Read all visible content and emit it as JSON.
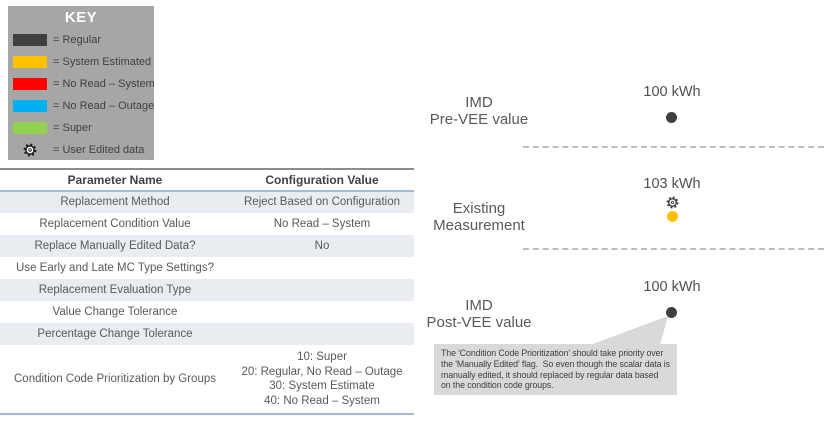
{
  "key": {
    "title": "KEY",
    "items": [
      {
        "label": "= Regular",
        "color": "#404040",
        "icon": "swatch"
      },
      {
        "label": "= System Estimated",
        "color": "#FFC000",
        "icon": "swatch"
      },
      {
        "label": "= No Read – System",
        "color": "#FF0000",
        "icon": "swatch"
      },
      {
        "label": "= No Read – Outage",
        "color": "#00B0F0",
        "icon": "swatch"
      },
      {
        "label": "= Super",
        "color": "#92D050",
        "icon": "swatch"
      },
      {
        "label": "= User Edited data",
        "color": "#FFFFFF",
        "icon": "gear"
      }
    ],
    "background": "#A6A6A6"
  },
  "table": {
    "headers": [
      "Parameter Name",
      "Configuration Value"
    ],
    "rows": [
      {
        "name": "Replacement Method",
        "value": "Reject Based on Configuration"
      },
      {
        "name": "Replacement Condition Value",
        "value": "No Read – System"
      },
      {
        "name": "Replace Manually Edited Data?",
        "value": "No"
      },
      {
        "name": "Use Early and Late MC Type Settings?",
        "value": ""
      },
      {
        "name": "Replacement Evaluation Type",
        "value": ""
      },
      {
        "name": "Value Change Tolerance",
        "value": ""
      },
      {
        "name": "Percentage Change Tolerance",
        "value": ""
      },
      {
        "name": "Condition Code Prioritization by Groups",
        "value": "10: Super\n20: Regular, No Read – Outage\n30: System Estimate\n40: No Read – System"
      }
    ]
  },
  "diagram": {
    "rows": [
      {
        "label": "IMD\nPre-VEE value",
        "value": "100 kWh",
        "marker": "regular"
      },
      {
        "label": "Existing\nMeasurement",
        "value": "103 kWh",
        "marker": "system-estimated-user-edited"
      },
      {
        "label": "IMD\nPost-VEE value",
        "value": "100 kWh",
        "marker": "regular"
      }
    ],
    "callout": {
      "text": "The 'Condition Code Prioritization' should take priority over\nthe 'Manually Edited' flag.  So even though the scalar data is\nmanually edited, it should replaced by regular data based\non the condition code groups."
    }
  },
  "colors": {
    "regular": "#3F3F3F",
    "system_estimated": "#FFC000",
    "no_read_system": "#FF0000",
    "no_read_outage": "#00B0F0",
    "super": "#92D050",
    "key_background": "#A6A6A6",
    "callout_background": "#D9D9D9",
    "dashed_line": "#BDBDBD",
    "table_alt_row": "#E9EDF1"
  }
}
